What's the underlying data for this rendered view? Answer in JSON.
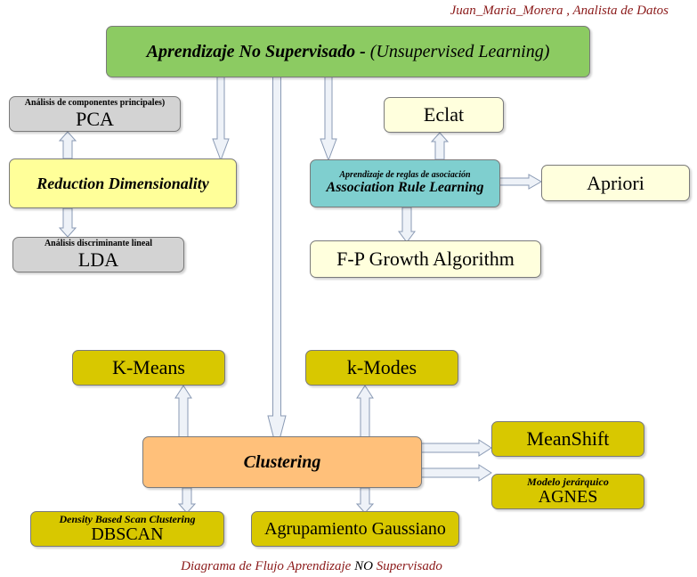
{
  "header": {
    "author": "Juan_Maria_Morera , Analista de Datos"
  },
  "root": {
    "title_es": "Aprendizaje No Supervisado",
    "separator": " - ",
    "title_en": "(Unsupervised Learning)"
  },
  "reduction": {
    "title": "Reduction Dimensionality",
    "pca": {
      "sublabel": "Análisis de componentes principales)",
      "label": "PCA"
    },
    "lda": {
      "sublabel": "Análisis discriminante lineal",
      "label": "LDA"
    }
  },
  "association": {
    "sublabel": "Aprendizaje de reglas de asociación",
    "title": "Association Rule Learning",
    "eclat": "Eclat",
    "apriori": "Apriori",
    "fpgrowth": "F-P Growth Algorithm"
  },
  "clustering": {
    "title": "Clustering",
    "kmeans": "K-Means",
    "kmodes": "k-Modes",
    "meanshift": "MeanShift",
    "agnes": {
      "sublabel": "Modelo jerárquico",
      "label": "AGNES"
    },
    "dbscan": {
      "sublabel": "Density Based Scan Clustering",
      "label": "DBSCAN"
    },
    "gaussian": "Agrupamiento Gaussiano"
  },
  "caption": {
    "part1": "Diagrama de Flujo Aprendizaje ",
    "part2": "NO",
    "part3": " Supervisado"
  },
  "colors": {
    "root": "#8ccb62",
    "reduction": "#ffff99",
    "gray": "#d3d3d3",
    "association": "#7fcfcf",
    "cream": "#ffffdd",
    "clustering": "#ffc07a",
    "olive": "#d8c800",
    "arrow_fill": "#eef2f8",
    "arrow_stroke": "#8a9ab4",
    "text_red": "#8b1a1a"
  }
}
